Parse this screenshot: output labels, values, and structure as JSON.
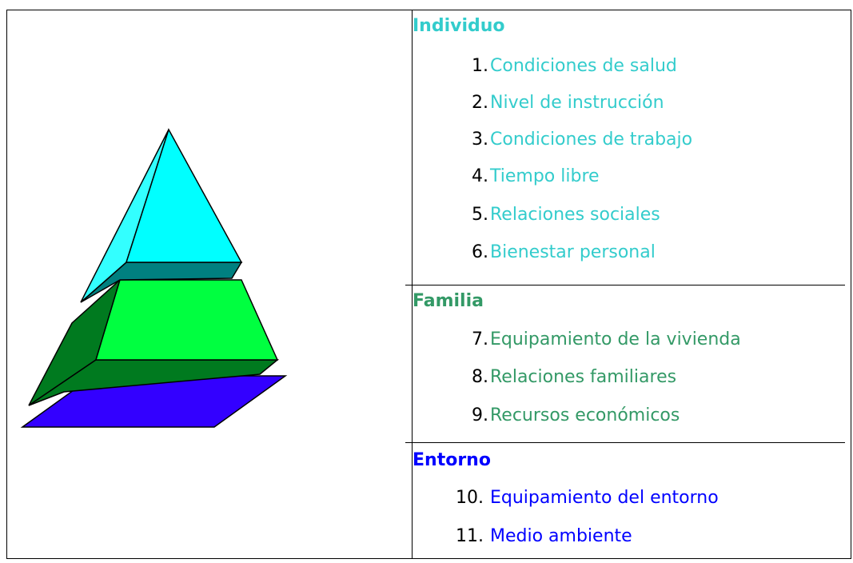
{
  "colors": {
    "individuo": "#33cccc",
    "familia": "#339966",
    "entorno": "#0000ff",
    "pyramid_top_face": "#00ffff",
    "pyramid_top_side": "#008080",
    "pyramid_mid_face": "#00ff40",
    "pyramid_mid_side": "#007a1f",
    "pyramid_base": "#3300ff"
  },
  "groups": [
    {
      "title": "Individuo",
      "items": [
        {
          "num": "1.",
          "label": "Condiciones de salud"
        },
        {
          "num": "2.",
          "label": "Nivel de instrucción"
        },
        {
          "num": "3.",
          "label": "Condiciones de trabajo"
        },
        {
          "num": "4.",
          "label": "Tiempo libre"
        },
        {
          "num": "5.",
          "label": "Relaciones sociales"
        },
        {
          "num": "6.",
          "label": "Bienestar personal"
        }
      ]
    },
    {
      "title": "Familia",
      "items": [
        {
          "num": "7.",
          "label": "Equipamiento de la vivienda"
        },
        {
          "num": "8.",
          "label": "Relaciones familiares"
        },
        {
          "num": "9.",
          "label": "Recursos económicos"
        }
      ]
    },
    {
      "title": "Entorno",
      "items": [
        {
          "num": "10.",
          "label": "Equipamiento del entorno"
        },
        {
          "num": "11.",
          "label": "Medio ambiente"
        }
      ]
    }
  ]
}
